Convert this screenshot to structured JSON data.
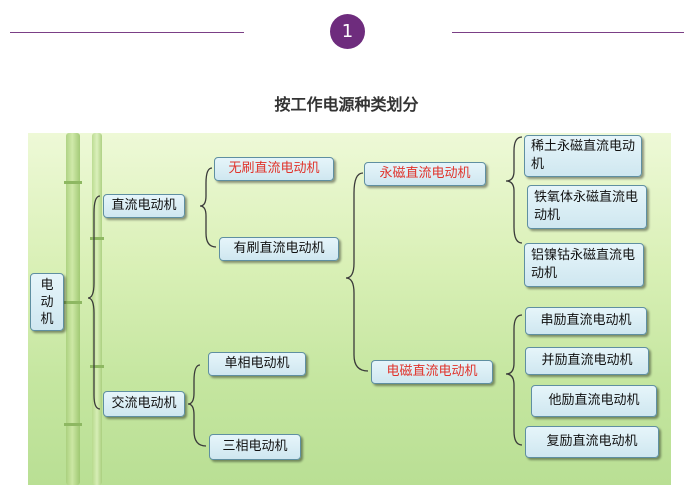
{
  "badge": {
    "number": "1"
  },
  "heading": "按工作电源种类划分",
  "colors": {
    "accent": "#6e2c7d",
    "highlight_text": "#e0332b",
    "node_border": "#5f8fa1"
  },
  "tree": {
    "root": "电动机",
    "dc": {
      "label": "直流电动机",
      "brushless": "无刷直流电动机",
      "brushed": "有刷直流电动机",
      "permanent_magnet": {
        "label": "永磁直流电动机",
        "children": [
          "稀土永磁直流电动机",
          "铁氧体永磁直流电动机",
          "铝镍钴永磁直流电动机"
        ]
      },
      "electromagnetic": {
        "label": "电磁直流电动机",
        "children": [
          "串励直流电动机",
          "并励直流电动机",
          "他励直流电动机",
          "复励直流电动机"
        ]
      }
    },
    "ac": {
      "label": "交流电动机",
      "children": [
        "单相电动机",
        "三相电动机"
      ]
    }
  }
}
